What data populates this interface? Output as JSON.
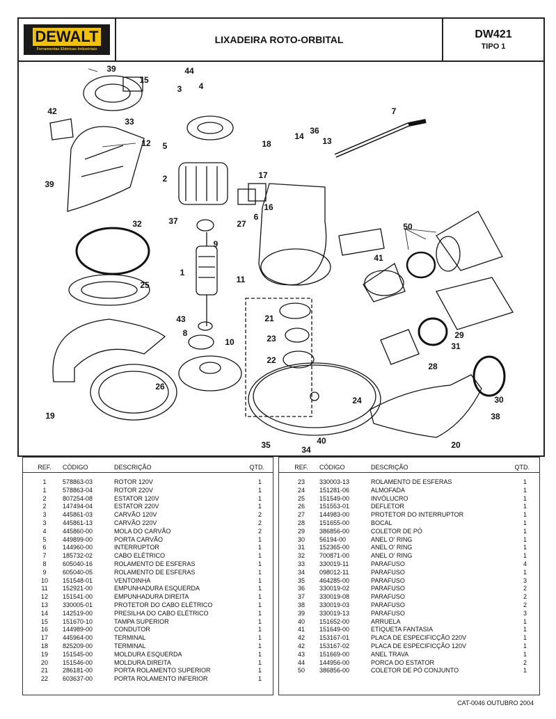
{
  "header": {
    "logo_text": "DEWALT",
    "logo_subtitle": "Ferramentas Elétricas Industriais",
    "title": "LIXADEIRA ROTO-ORBITAL",
    "model": "DW421",
    "type": "TIPO 1"
  },
  "diagram": {
    "callouts": [
      "39",
      "15",
      "44",
      "3",
      "4",
      "42",
      "33",
      "12",
      "5",
      "7",
      "14",
      "36",
      "13",
      "18",
      "2",
      "17",
      "39",
      "37",
      "9",
      "16",
      "27",
      "6",
      "32",
      "50",
      "1",
      "11",
      "41",
      "25",
      "43",
      "21",
      "8",
      "10",
      "23",
      "29",
      "31",
      "22",
      "28",
      "26",
      "30",
      "24",
      "19",
      "38",
      "35",
      "40",
      "34",
      "20"
    ]
  },
  "table_headers": {
    "ref": "REF.",
    "code": "CÓDIGO",
    "desc": "DESCRIÇÃO",
    "qty": "QTD."
  },
  "left_table": [
    [
      "1",
      "578863-03",
      "ROTOR 120V",
      "1"
    ],
    [
      "1",
      "578863-04",
      "ROTOR 220V",
      "1"
    ],
    [
      "2",
      "807254-08",
      "ESTATOR 120V",
      "1"
    ],
    [
      "2",
      "147494-04",
      "ESTATOR 220V",
      "1"
    ],
    [
      "3",
      "445861-03",
      "CARVÃO 120V",
      "2"
    ],
    [
      "3",
      "445861-13",
      "CARVÃO 220V",
      "2"
    ],
    [
      "4",
      "445860-00",
      "MOLA DO CARVÃO",
      "2"
    ],
    [
      "5",
      "449899-00",
      "PORTA CARVÃO",
      "1"
    ],
    [
      "6",
      "144960-00",
      "INTERRUPTOR",
      "1"
    ],
    [
      "7",
      "185732-02",
      "CABO ELÉTRICO",
      "1"
    ],
    [
      "8",
      "605040-16",
      "ROLAMENTO DE ESFERAS",
      "1"
    ],
    [
      "9",
      "605040-05",
      "ROLAMENTO DE ESFERAS",
      "1"
    ],
    [
      "10",
      "151548-01",
      "VENTOINHA",
      "1"
    ],
    [
      "11",
      "152921-00",
      "EMPUNHADURA ESQUERDA",
      "1"
    ],
    [
      "12",
      "151541-00",
      "EMPUNHADURA DIREITA",
      "1"
    ],
    [
      "13",
      "330005-01",
      "PROTETOR DO CABO ELÉTRICO",
      "1"
    ],
    [
      "14",
      "142519-00",
      "PRESILHA DO CABO ELÉTRICO",
      "1"
    ],
    [
      "15",
      "151670-10",
      "TAMPA SUPERIOR",
      "1"
    ],
    [
      "16",
      "144989-00",
      "CONDUTOR",
      "1"
    ],
    [
      "17",
      "445964-00",
      "TERMINAL",
      "1"
    ],
    [
      "18",
      "825209-00",
      "TERMINAL",
      "1"
    ],
    [
      "19",
      "151545-00",
      "MOLDURA ESQUERDA",
      "1"
    ],
    [
      "20",
      "151546-00",
      "MOLDURA DIREITA",
      "1"
    ],
    [
      "21",
      "286181-00",
      "PORTA ROLAMENTO SUPERIOR",
      "1"
    ],
    [
      "22",
      "603637-00",
      "PORTA ROLAMENTO INFERIOR",
      "1"
    ]
  ],
  "right_table": [
    [
      "23",
      "330003-13",
      "ROLAMENTO DE ESFERAS",
      "1"
    ],
    [
      "24",
      "151281-06",
      "ALMOFADA",
      "1"
    ],
    [
      "25",
      "151549-00",
      "INVÓLUCRO",
      "1"
    ],
    [
      "26",
      "151553-01",
      "DEFLETOR",
      "1"
    ],
    [
      "27",
      "144983-00",
      "PROTETOR DO INTERRUPTOR",
      "1"
    ],
    [
      "28",
      "151655-00",
      "BOCAL",
      "1"
    ],
    [
      "29",
      "386856-00",
      "COLETOR DE PÓ",
      "1"
    ],
    [
      "30",
      "56194-00",
      "ANEL O' RING",
      "1"
    ],
    [
      "31",
      "152365-00",
      "ANEL O' RING",
      "1"
    ],
    [
      "32",
      "700871-00",
      "ANEL O' RING",
      "1"
    ],
    [
      "33",
      "330019-11",
      "PARAFUSO",
      "4"
    ],
    [
      "34",
      "098012-11",
      "PARAFUSO",
      "1"
    ],
    [
      "35",
      "464285-00",
      "PARAFUSO",
      "3"
    ],
    [
      "36",
      "330019-02",
      "PARAFUSO",
      "2"
    ],
    [
      "37",
      "330019-08",
      "PARAFUSO",
      "2"
    ],
    [
      "38",
      "330019-03",
      "PARAFUSO",
      "2"
    ],
    [
      "39",
      "330019-13",
      "PARAFUSO",
      "3"
    ],
    [
      "40",
      "151652-00",
      "ARRUELA",
      "1"
    ],
    [
      "41",
      "151649-00",
      "ETIQUETA FANTASIA",
      "1"
    ],
    [
      "42",
      "153167-01",
      "PLACA DE ESPECIFICÇÃO 220V",
      "1"
    ],
    [
      "42",
      "153167-02",
      "PLACA DE ESPECIFICÇÃO 120V",
      "1"
    ],
    [
      "43",
      "151669-00",
      "ANEL TRAVA",
      "1"
    ],
    [
      "44",
      "144956-00",
      "PORCA DO ESTATOR",
      "2"
    ],
    [
      "50",
      "386856-00",
      "COLETOR DE PÓ CONJUNTO",
      "1"
    ]
  ],
  "footer": "CAT-0046  OUTUBRO 2004"
}
